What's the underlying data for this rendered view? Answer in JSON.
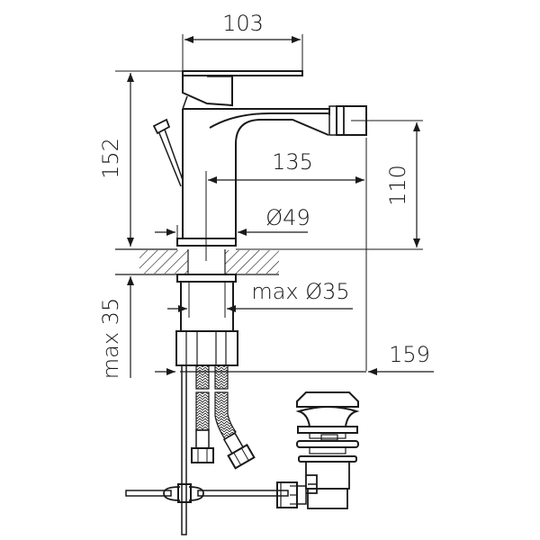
{
  "drawing": {
    "title": "Bidet mixer technical dimension drawing",
    "colors": {
      "line": "#1a1a1a",
      "background": "#ffffff",
      "hatch": "#1a1a1a"
    },
    "dimensions": {
      "lever_width": "103",
      "total_height": "152",
      "spout_reach": "135",
      "spout_height": "110",
      "base_diameter": "Ø49",
      "hole_diameter": "max Ø35",
      "deck_thickness": "max 35",
      "overall_depth": "159"
    },
    "components": [
      "mixer-body",
      "lever-handle",
      "aerator-spout",
      "pop-up-lift-rod",
      "mounting-shank",
      "fixing-nut",
      "braided-hoses",
      "pop-up-waste",
      "linkage-rod"
    ]
  }
}
